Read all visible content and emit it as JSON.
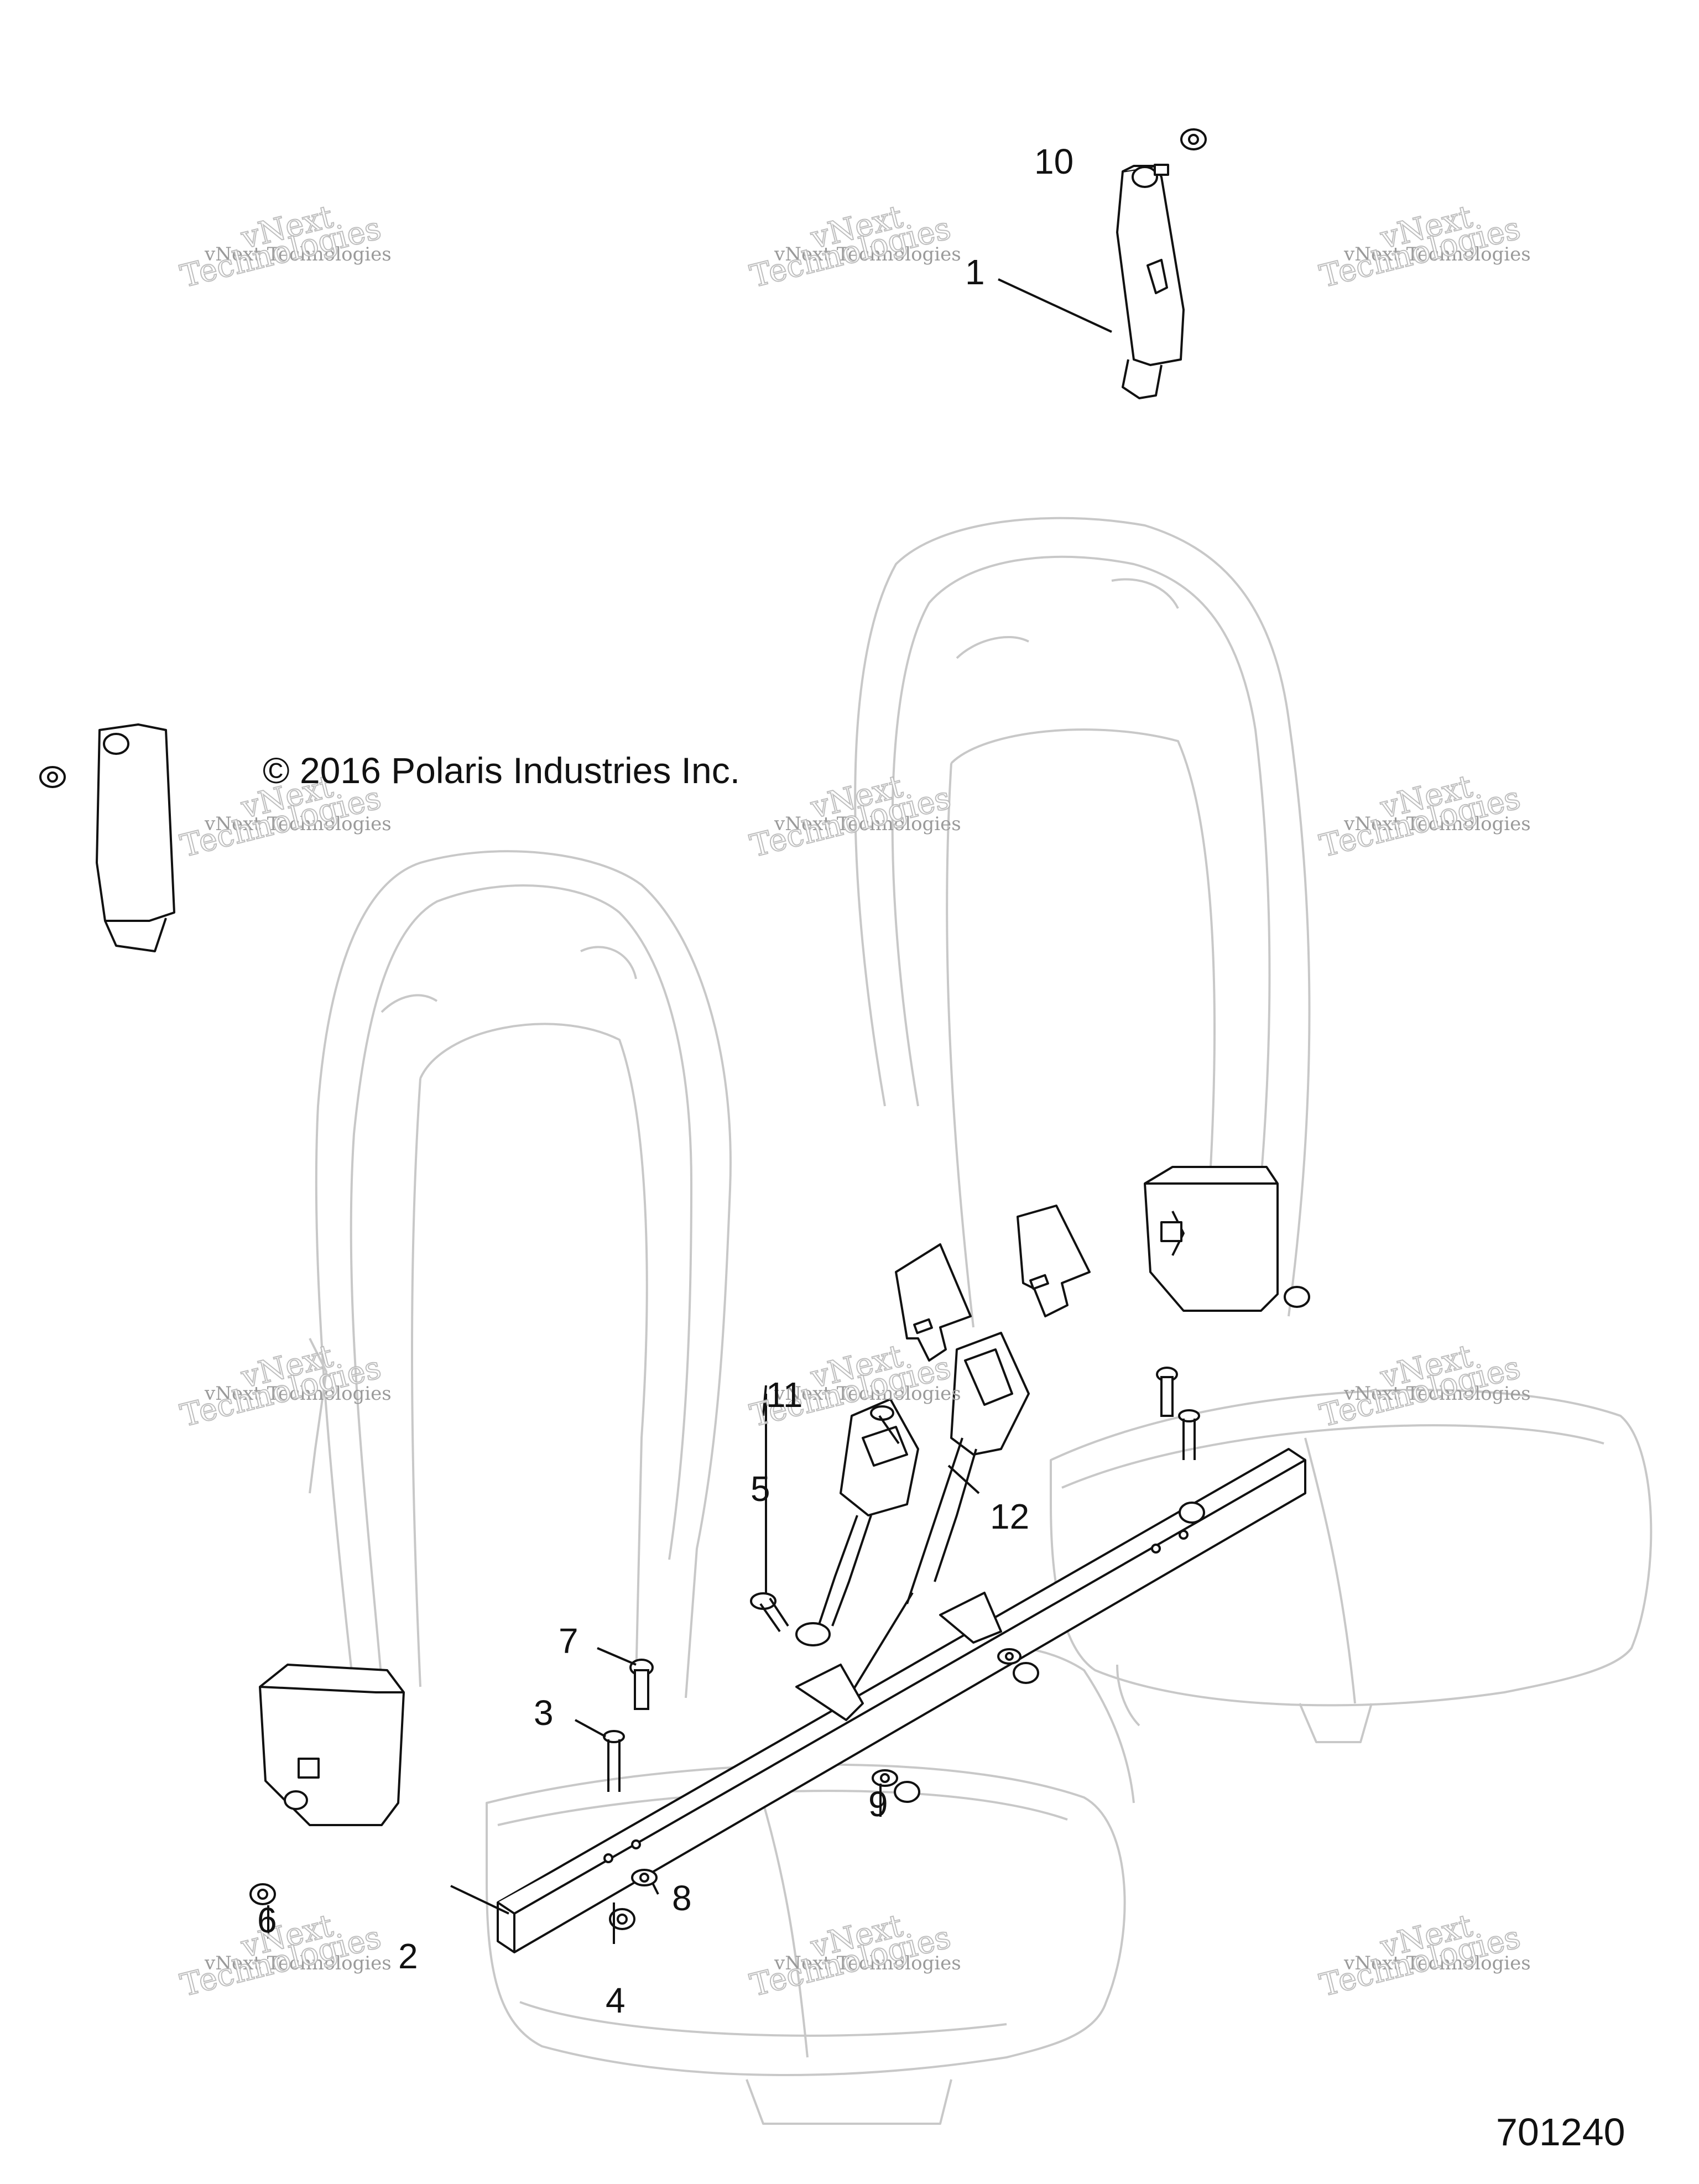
{
  "copyright": "© 2016 Polaris Industries Inc.",
  "reference_number": "701240",
  "watermark": {
    "line1": "vNext Technologies",
    "line_a": "vNext",
    "line_b": "Technologies"
  },
  "callouts": [
    "1",
    "2",
    "3",
    "4",
    "5",
    "6",
    "7",
    "8",
    "9",
    "10",
    "11",
    "12"
  ],
  "colors": {
    "line": "#111111",
    "seat_ghost": "#c8c8c8",
    "watermark": "#9a9a9a"
  }
}
